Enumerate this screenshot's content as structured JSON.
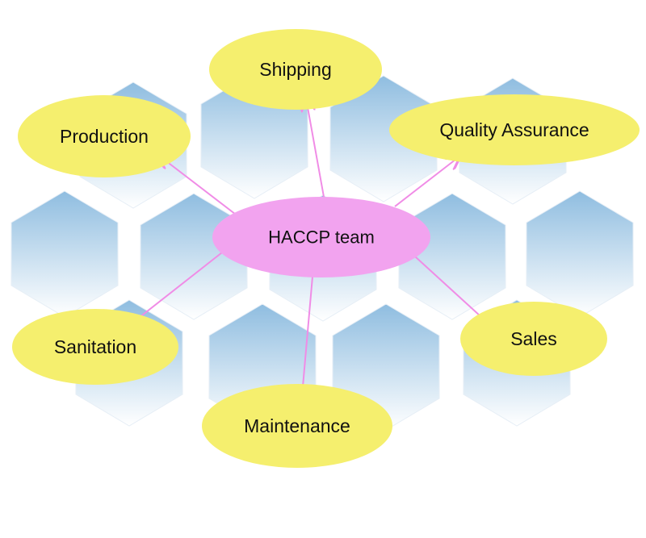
{
  "diagram": {
    "center": {
      "id": "haccp",
      "label": "HACCP team"
    },
    "nodes": [
      {
        "id": "shipping",
        "label": "Shipping"
      },
      {
        "id": "production",
        "label": "Production"
      },
      {
        "id": "quality",
        "label": "Quality Assurance"
      },
      {
        "id": "sanitation",
        "label": "Sanitation"
      },
      {
        "id": "sales",
        "label": "Sales"
      },
      {
        "id": "maintenance",
        "label": "Maintenance"
      }
    ],
    "edges": [
      {
        "from": "haccp",
        "to": "shipping"
      },
      {
        "from": "haccp",
        "to": "production"
      },
      {
        "from": "haccp",
        "to": "quality"
      },
      {
        "from": "haccp",
        "to": "sanitation"
      },
      {
        "from": "haccp",
        "to": "sales"
      },
      {
        "from": "haccp",
        "to": "maintenance"
      }
    ],
    "colors": {
      "node_fill": "#f5ef6e",
      "center_fill": "#f2a3ef",
      "arrow": "#f08ce6",
      "hex_top": "#8fbde0",
      "hex_bottom": "#ffffff"
    }
  }
}
